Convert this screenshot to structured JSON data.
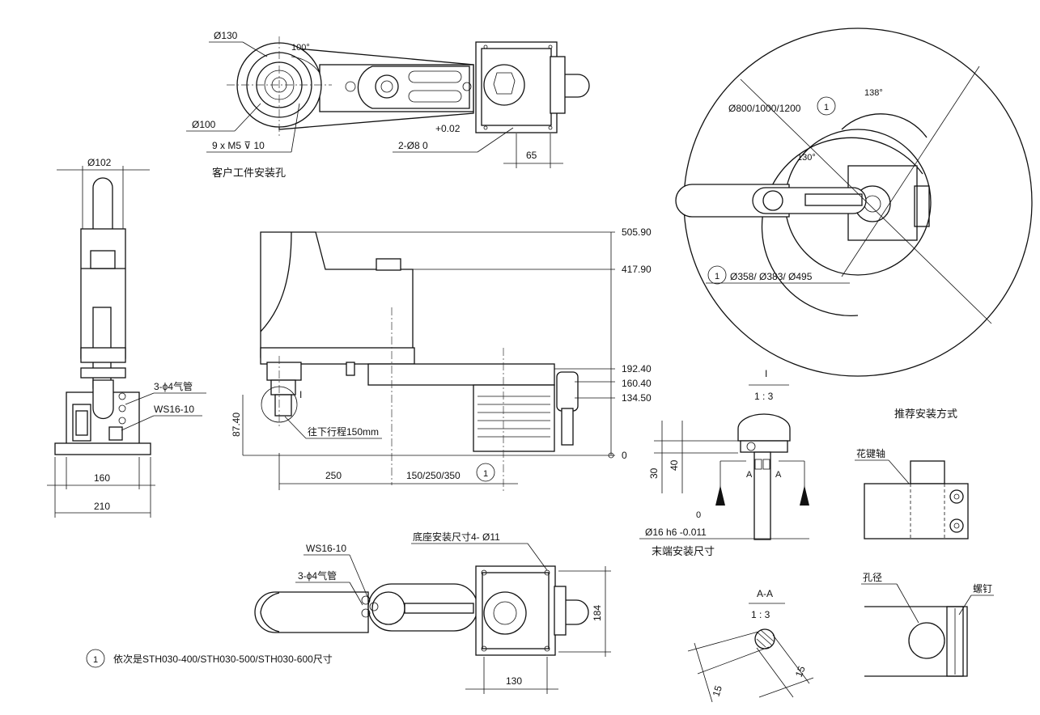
{
  "top_view": {
    "dia_130": "Ø130",
    "angle_100": "100°",
    "dia_100": "Ø100",
    "holes_m5": "9 x  M5 ⊽ 10",
    "tol_plus": "+0.02",
    "pin_holes": "2-Ø8   0",
    "dim_65": "65",
    "caption": "客户工件安装孔"
  },
  "front_view": {
    "dia_102": "Ø102",
    "air_tube": "3-ϕ4气管",
    "connector": "WS16-10",
    "dim_160": "160",
    "dim_210": "210"
  },
  "side_view": {
    "h_505": "505.90",
    "h_417": "417.90",
    "h_192": "192.40",
    "h_160": "160.40",
    "h_134": "134.50",
    "h_0": "0",
    "h_87": "87.40",
    "label_I": "I",
    "stroke": "往下行程150mm",
    "dim_250": "250",
    "dim_reach": "150/250/350",
    "note_1": "1"
  },
  "workspace_view": {
    "dia_outer": "Ø800/1000/1200",
    "angle_138": "138°",
    "angle_130": "130°",
    "dia_inner": "Ø358/ Ø383/ Ø495",
    "note_1": "1"
  },
  "detail_I": {
    "label": "I",
    "scale": "1 : 3",
    "dim_30": "30",
    "dim_40": "40",
    "section_A": "A",
    "shaft_tol_upper": "0",
    "shaft": "Ø16 h6 -0.011",
    "caption": "末端安装尺寸"
  },
  "bottom_view": {
    "base_holes": "底座安装尺寸4- Ø11",
    "connector": "WS16-10",
    "air_tube": "3-ϕ4气管",
    "dim_184": "184",
    "dim_130": "130"
  },
  "section_AA": {
    "label": "A-A",
    "scale": "1 : 3",
    "dim_15a": "15",
    "dim_15b": "15"
  },
  "recommend": {
    "title": "推荐安装方式",
    "spline": "花键轴",
    "hole": "孔径",
    "screw": "螺钉"
  },
  "footnote": {
    "marker": "1",
    "text": "依次是STH030-400/STH030-500/STH030-600尺寸"
  }
}
